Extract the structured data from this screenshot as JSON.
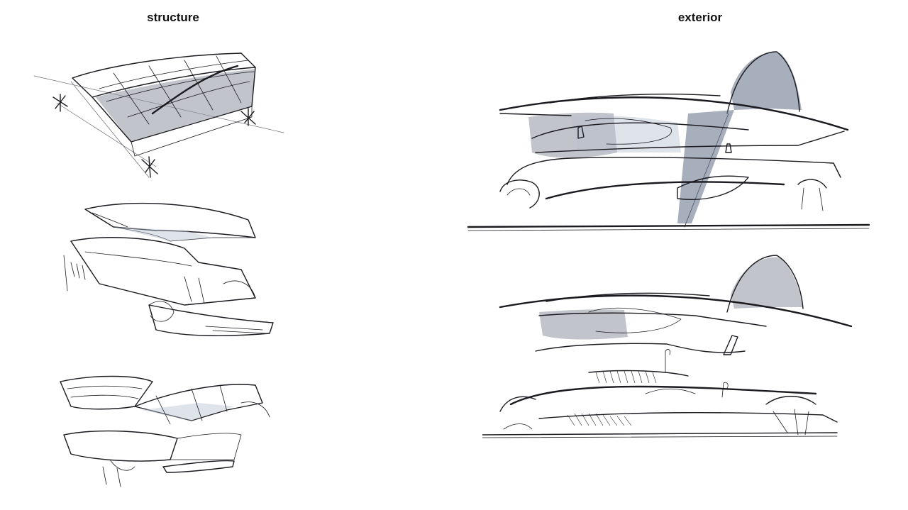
{
  "headings": {
    "left": "structure",
    "right": "exterior"
  },
  "sketches": {
    "structure": [
      "structure-sketch-1",
      "structure-sketch-2",
      "structure-sketch-3"
    ],
    "exterior": [
      "exterior-sketch-1",
      "exterior-sketch-2"
    ]
  },
  "colors": {
    "ink": "#1a1a1f",
    "marker_grey": "#8e949f",
    "marker_blue": "#6c7890",
    "background": "#ffffff"
  }
}
